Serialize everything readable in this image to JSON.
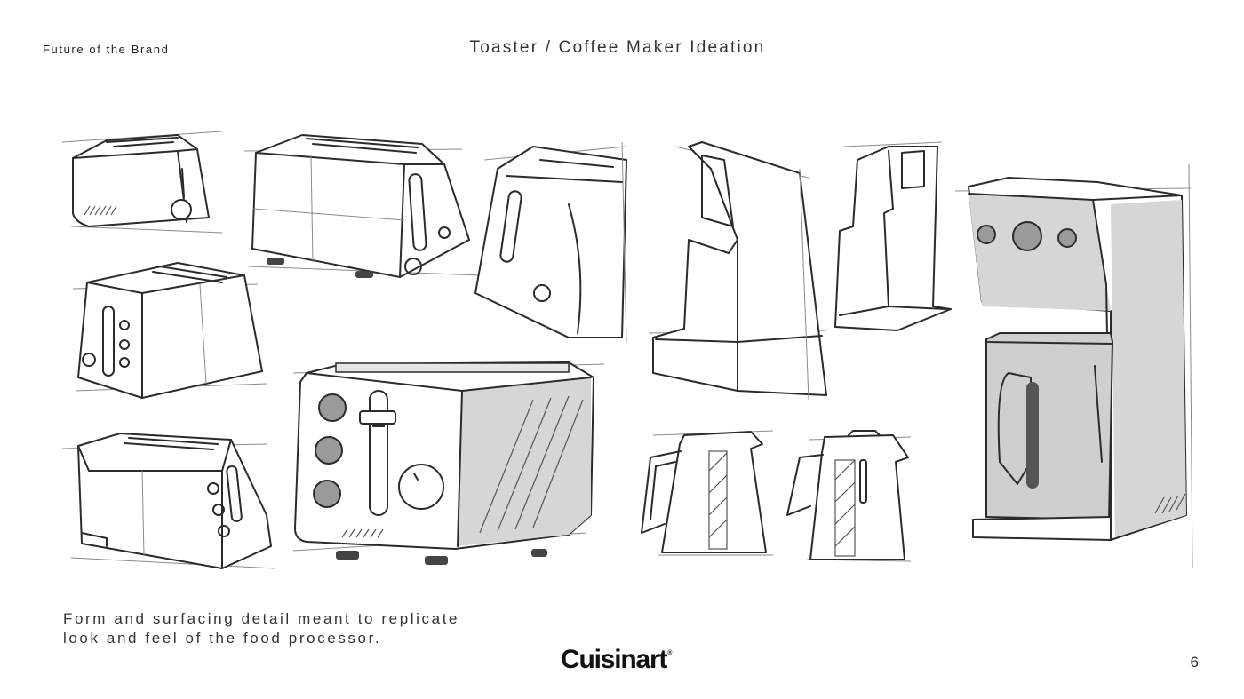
{
  "header": {
    "section_label": "Future of the Brand",
    "title": "Toaster / Coffee Maker Ideation"
  },
  "caption": {
    "line1": "Form and surfacing detail meant to replicate",
    "line2": "look and feel of the food processor."
  },
  "footer": {
    "brand": "Cuisinart",
    "brand_mark": "®",
    "page_number": "6"
  }
}
